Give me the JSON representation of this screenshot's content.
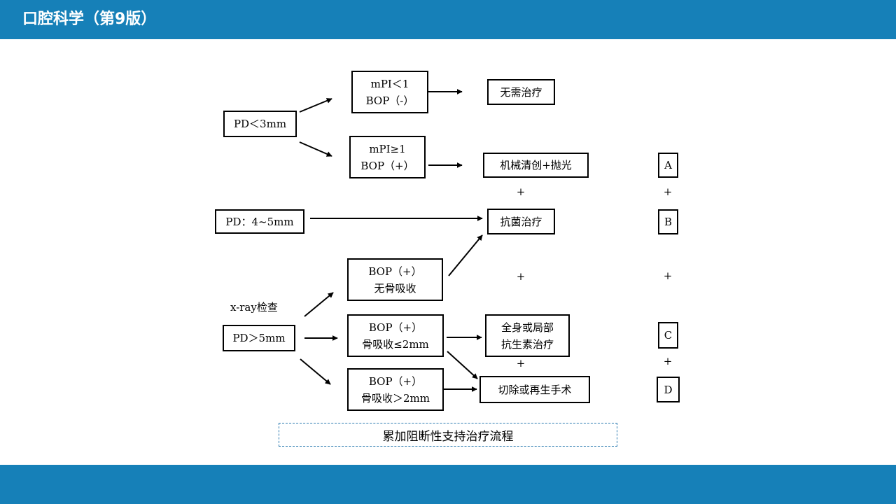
{
  "header": {
    "title": "口腔科学（第9版）"
  },
  "diagram": {
    "start_nodes": {
      "pd_lt3": "PD＜3mm",
      "pd_4_5": "PD：4~5mm",
      "pd_gt5": "PD＞5mm"
    },
    "xray_label": "x-ray检查",
    "conditions": {
      "mpi_lt1": [
        "mPI＜1",
        "BOP（-）"
      ],
      "mpi_ge1": [
        "mPI≥1",
        "BOP（+）"
      ],
      "bop_no_bone": [
        "BOP（+）",
        "无骨吸收"
      ],
      "bop_bone_le2": [
        "BOP（+）",
        "骨吸收≤2mm"
      ],
      "bop_bone_gt2": [
        "BOP（+）",
        "骨吸收＞2mm"
      ]
    },
    "treatments": {
      "none": "无需治疗",
      "scaling": "机械清创+抛光",
      "antibacterial": "抗菌治疗",
      "antibiotic": [
        "全身或局部",
        "抗生素治疗"
      ],
      "surgery": "切除或再生手术"
    },
    "protocol_letters": [
      "A",
      "B",
      "C",
      "D"
    ],
    "plus_sign": "+"
  },
  "caption": "累加阻断性支持治疗流程"
}
